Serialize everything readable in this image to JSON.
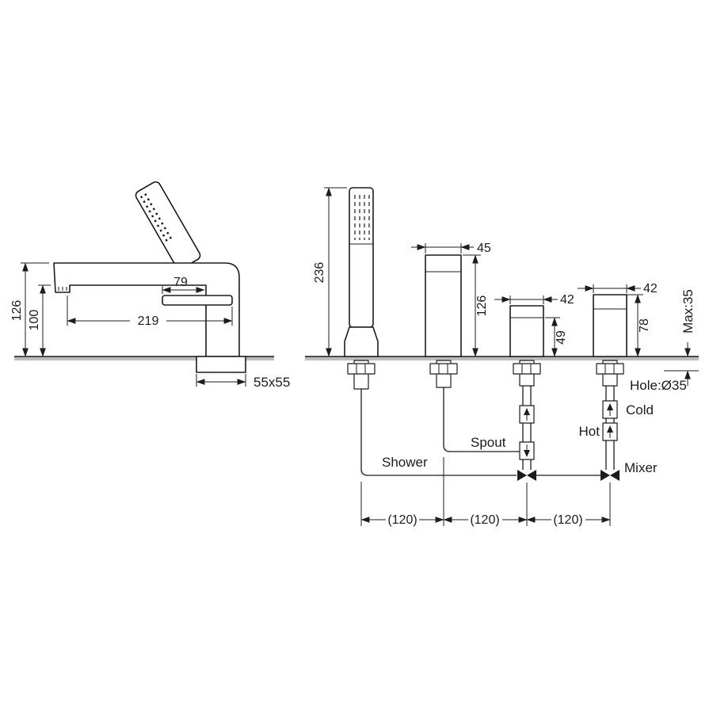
{
  "labels": {
    "shower": "Shower",
    "spout": "Spout",
    "hot": "Hot",
    "cold": "Cold",
    "mixer": "Mixer",
    "hole": "Hole:Ø35",
    "max_depth": "Max:35",
    "base_plate": "55x55"
  },
  "dims": {
    "side_height": "126",
    "side_spout_height": "100",
    "side_handle_offset": "79",
    "side_reach": "219",
    "shower_height": "236",
    "spout_width": "45",
    "spout_height": "126",
    "diverter_width": "42",
    "diverter_height": "49",
    "mixer_width": "42",
    "mixer_height": "78",
    "spacing_1": "(120)",
    "spacing_2": "(120)",
    "spacing_3": "(120)"
  }
}
